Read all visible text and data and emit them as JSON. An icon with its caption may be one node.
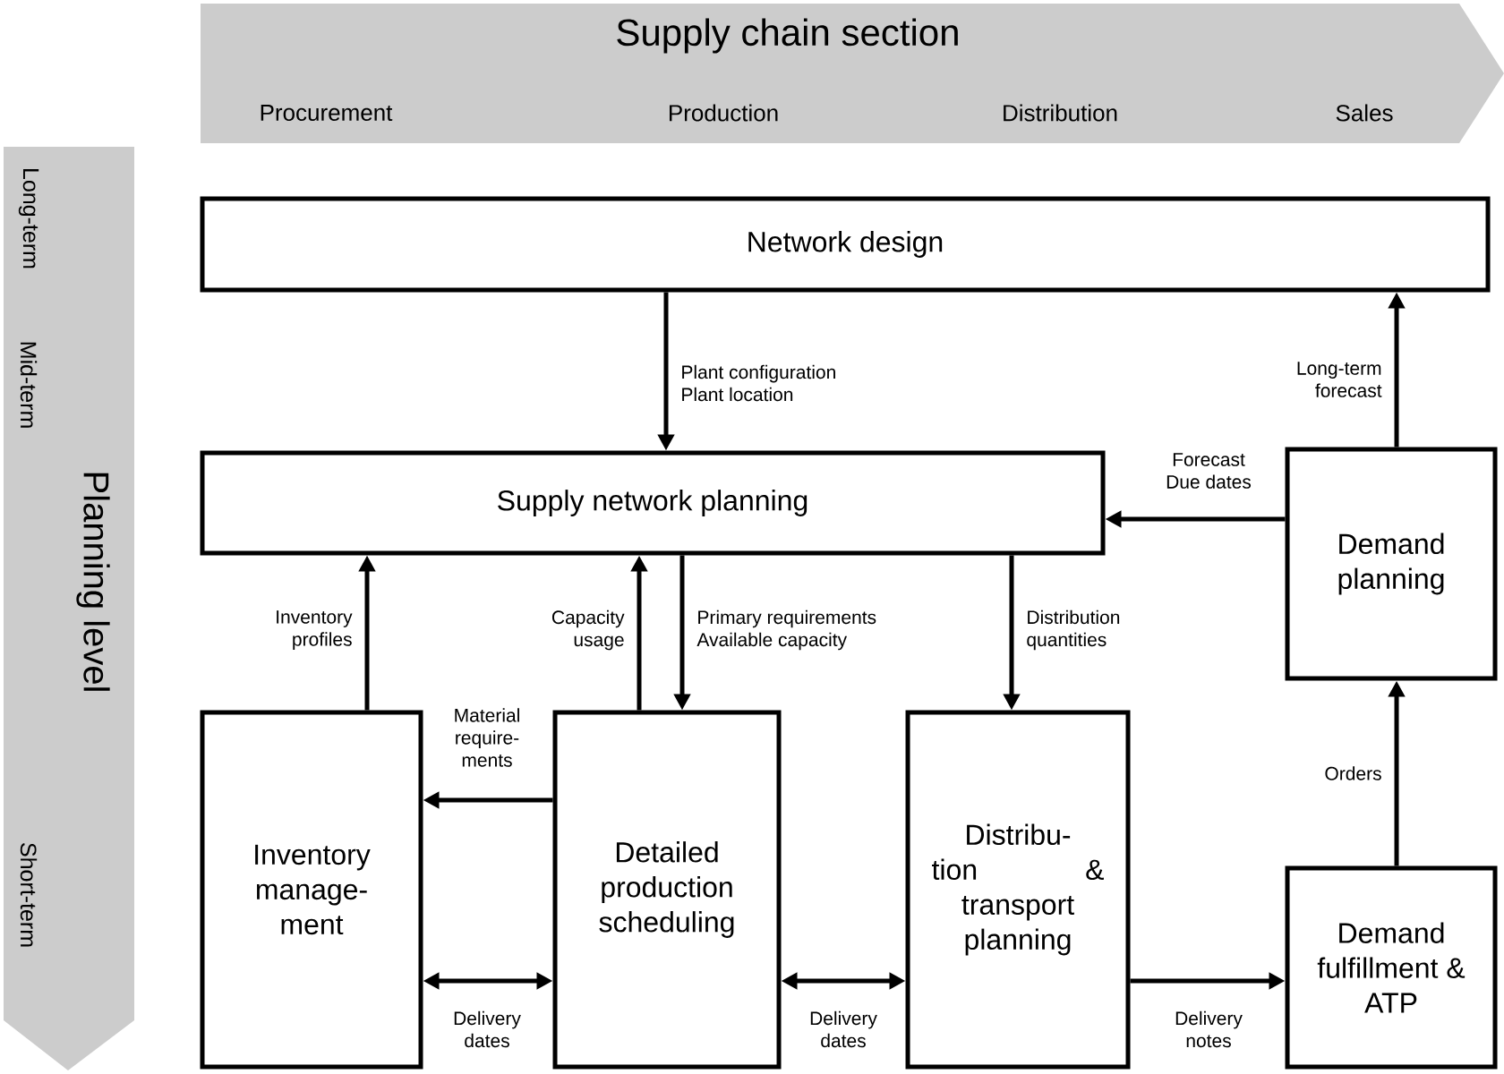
{
  "diagram": {
    "nodes": [
      {
        "text": [
          "Supply chain section",
          "Procurement",
          "Production",
          "Distribution",
          "Sales"
        ]
      },
      {
        "text": [
          "Planning level",
          "Long-term",
          "Mid-term",
          "Short-term"
        ]
      },
      {
        "text": [
          "Network design"
        ]
      },
      {
        "text": [
          "Supply network planning"
        ]
      },
      {
        "text": [
          "Demand planning"
        ]
      },
      {
        "text": [
          "Inventory manage- ment"
        ]
      },
      {
        "text": [
          "Detailed production scheduling"
        ]
      },
      {
        "text": [
          "Distribu- tion & transport planning"
        ]
      },
      {
        "text": [
          "Demand fulfillment & ATP"
        ]
      }
    ],
    "edges": [
      {
        "from": 2,
        "to": 3,
        "arrow": "to",
        "label": "Plant configuration Plant location"
      },
      {
        "from": 4,
        "to": 2,
        "arrow": "to",
        "label": "Long-term forecast"
      },
      {
        "from": 4,
        "to": 3,
        "arrow": "to",
        "label": "Forecast Due dates"
      },
      {
        "from": 5,
        "to": 3,
        "arrow": "to",
        "label": "Inventory profiles"
      },
      {
        "from": 6,
        "to": 3,
        "arrow": "to",
        "label": "Capacity usage"
      },
      {
        "from": 3,
        "to": 6,
        "arrow": "to",
        "label": "Primary requirements Available capacity"
      },
      {
        "from": 3,
        "to": 7,
        "arrow": "to",
        "label": "Distribution quantities"
      },
      {
        "from": 8,
        "to": 4,
        "arrow": "to",
        "label": "Orders"
      },
      {
        "from": 6,
        "to": 5,
        "arrow": "to",
        "label": "Material require- ments"
      },
      {
        "from": 5,
        "to": 6,
        "arrow": "both",
        "label": "Delivery dates"
      },
      {
        "from": 6,
        "to": 7,
        "arrow": "both",
        "label": "Delivery dates"
      },
      {
        "from": 7,
        "to": 8,
        "arrow": "to",
        "label": "Delivery notes"
      }
    ]
  }
}
